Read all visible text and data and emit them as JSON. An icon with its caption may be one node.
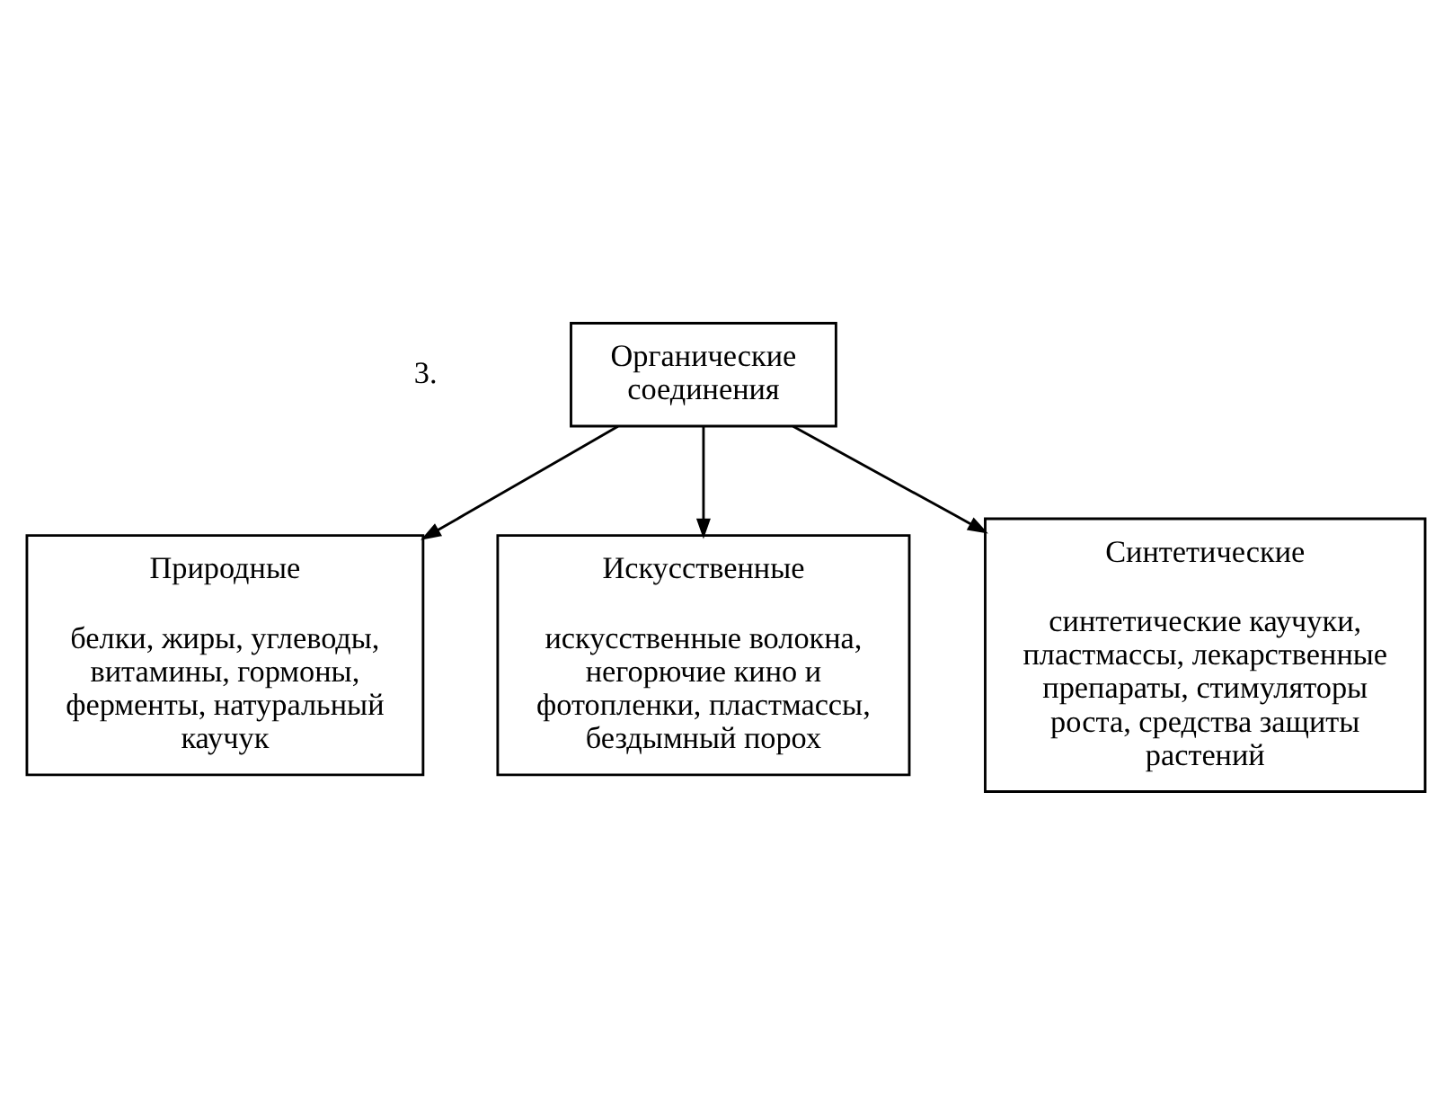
{
  "diagram": {
    "nodes": [
      {
        "text": [
          "Органические соединения"
        ]
      },
      {
        "text": [
          "Природные",
          "белки, жиры, углеводы, витамины, гормоны, ферменты, натуральный каучук"
        ]
      },
      {
        "text": [
          "Искусственные",
          "искусственные волокна, негорючие кино и фотопленки, пластмассы, бездымный порох"
        ]
      },
      {
        "text": [
          "Синтетические",
          "синтетические каучуки, пластмассы, лекарственные препараты, стимуляторы роста, средства защиты растений"
        ]
      }
    ],
    "edges": [
      {
        "from": 0,
        "to": 1,
        "arrow": "to"
      },
      {
        "from": 0,
        "to": 2,
        "arrow": "to"
      },
      {
        "from": 0,
        "to": 3,
        "arrow": "to"
      }
    ],
    "labels": [
      "3."
    ]
  }
}
